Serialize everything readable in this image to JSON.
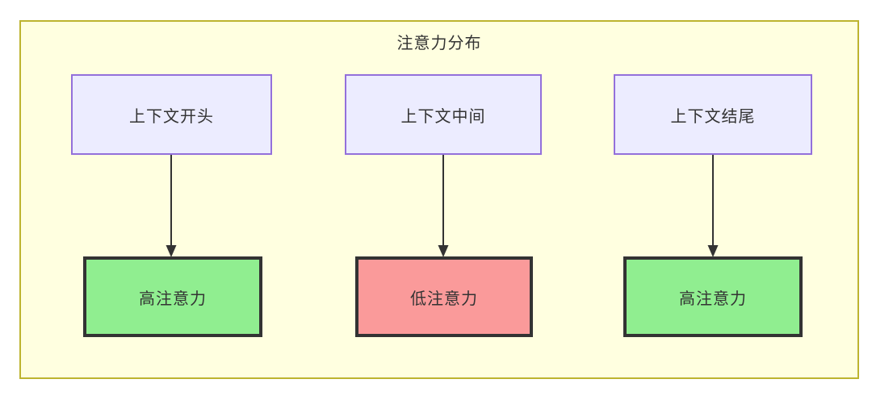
{
  "diagram": {
    "type": "flowchart",
    "title": "注意力分布",
    "container": {
      "fill": "#ffffe0",
      "stroke": "#bdb430"
    },
    "context_nodes": [
      {
        "id": "ctx-start",
        "label": "上下文开头",
        "fill": "#ececff",
        "stroke": "#9370db"
      },
      {
        "id": "ctx-middle",
        "label": "上下文中间",
        "fill": "#ececff",
        "stroke": "#9370db"
      },
      {
        "id": "ctx-end",
        "label": "上下文结尾",
        "fill": "#ececff",
        "stroke": "#9370db"
      }
    ],
    "attention_nodes": [
      {
        "id": "att-high-start",
        "label": "高注意力",
        "fill": "#90ee90",
        "stroke": "#333333"
      },
      {
        "id": "att-low-middle",
        "label": "低注意力",
        "fill": "#fa9a9a",
        "stroke": "#333333"
      },
      {
        "id": "att-high-end",
        "label": "高注意力",
        "fill": "#90ee90",
        "stroke": "#333333"
      }
    ],
    "edges": [
      {
        "from": "ctx-start",
        "to": "att-high-start",
        "label": "",
        "arrow": "arrow-down-icon"
      },
      {
        "from": "ctx-middle",
        "to": "att-low-middle",
        "label": "",
        "arrow": "arrow-down-icon"
      },
      {
        "from": "ctx-end",
        "to": "att-high-end",
        "label": "",
        "arrow": "arrow-down-icon"
      }
    ]
  }
}
